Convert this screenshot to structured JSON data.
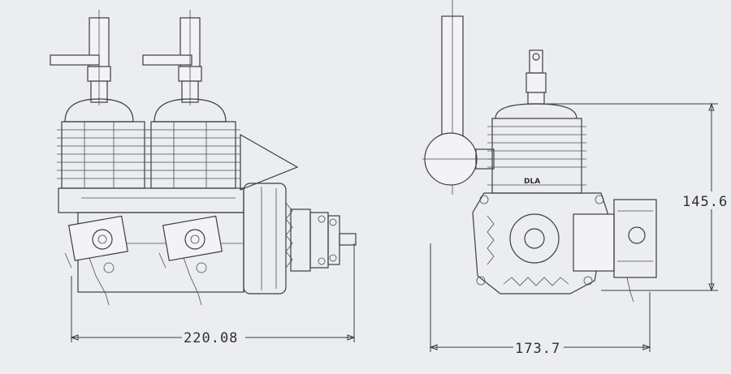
{
  "dimensions": {
    "front_width": "220.08",
    "side_width": "173.7",
    "side_height": "145.6"
  },
  "engine_label": "DLA"
}
